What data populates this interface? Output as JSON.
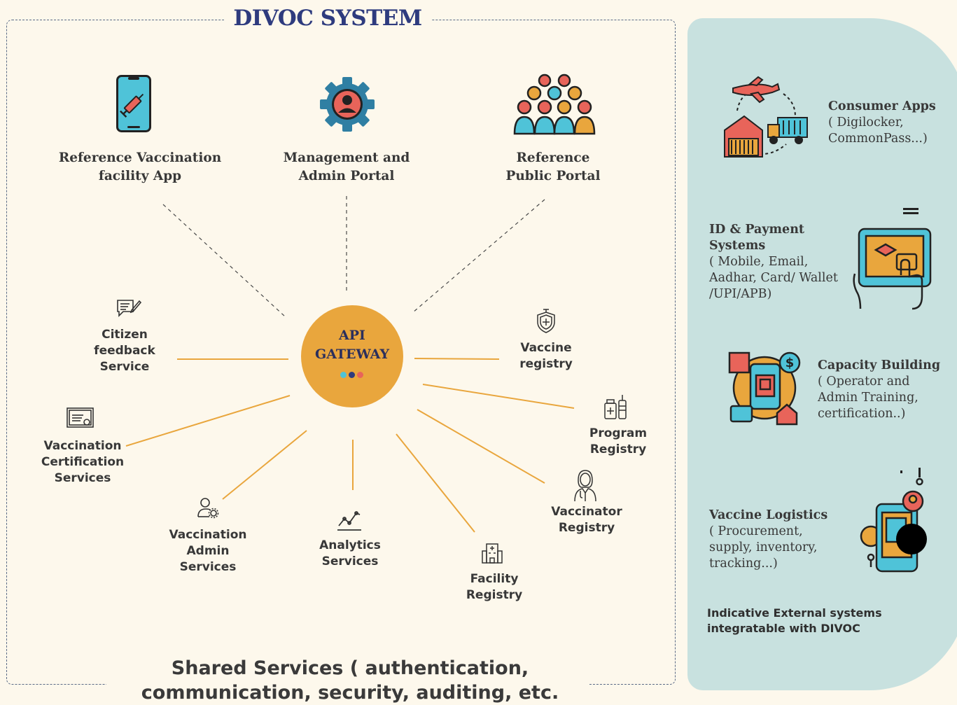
{
  "title": "DIVOC SYSTEM",
  "apps": [
    {
      "label_line1": "Reference Vaccination",
      "label_line2": "facility App",
      "icon": "phone-syringe-icon"
    },
    {
      "label_line1": "Management and",
      "label_line2": "Admin Portal",
      "icon": "gear-person-icon"
    },
    {
      "label_line1": "Reference",
      "label_line2": "Public Portal",
      "icon": "crowd-icon"
    }
  ],
  "hub": {
    "line1": "API",
    "line2": "GATEWAY"
  },
  "services": {
    "citizen_feedback": [
      "Citizen",
      "feedback",
      "Service"
    ],
    "vaccination_certification": [
      "Vaccination",
      "Certification",
      "Services"
    ],
    "vaccination_admin": [
      "Vaccination",
      "Admin",
      "Services"
    ],
    "analytics": [
      "Analytics",
      "Services"
    ],
    "facility_registry": [
      "Facility",
      "Registry"
    ],
    "vaccinator_registry": [
      "Vaccinator",
      "Registry"
    ],
    "program_registry": [
      "Program",
      "Registry"
    ],
    "vaccine_registry": [
      "Vaccine",
      "registry"
    ]
  },
  "footer": {
    "line1": "Shared Services ( authentication,",
    "line2": "communication, security, auditing, etc."
  },
  "external": [
    {
      "title": "Consumer Apps",
      "body": [
        "( Digilocker,",
        "CommonPass...)"
      ],
      "icon": "logistics-plane-truck-icon"
    },
    {
      "title": [
        "ID & Payment",
        "Systems"
      ],
      "body": [
        "( Mobile, Email,",
        "Aadhar, Card/ Wallet",
        "/UPI/APB)"
      ],
      "icon": "tablet-touch-icon"
    },
    {
      "title": "Capacity Building",
      "body": [
        "( Operator and",
        "Admin Training,",
        "certification..)"
      ],
      "icon": "phone-dollar-icon"
    },
    {
      "title": "Vaccine Logistics",
      "body": [
        "( Procurement,",
        "supply, inventory,",
        "tracking...)"
      ],
      "icon": "phone-tracking-icon"
    }
  ],
  "note": [
    "Indicative External systems",
    "integratable with DIVOC"
  ],
  "colors": {
    "accent": "#e9a63d",
    "navy": "#2e3b7e",
    "panel": "#c8e1df",
    "teal": "#4fc3d8",
    "red": "#e8645a"
  }
}
